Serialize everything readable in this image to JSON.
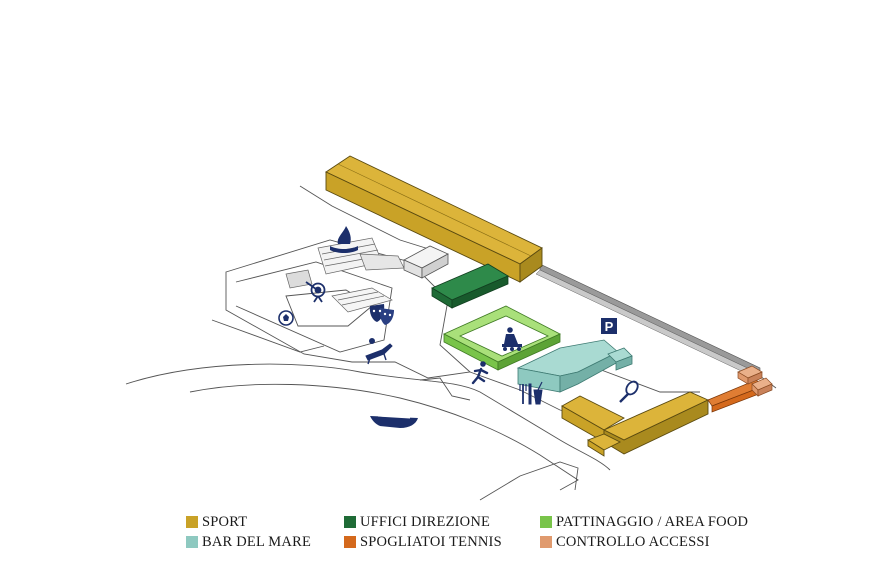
{
  "legend": [
    {
      "label": "SPORT",
      "color": "#c9a227"
    },
    {
      "label": "UFFICI DIREZIONE",
      "color": "#1f6b36"
    },
    {
      "label": "PATTINAGGIO / AREA FOOD",
      "color": "#79c44a"
    },
    {
      "label": "BAR DEL MARE",
      "color": "#8ec9c0"
    },
    {
      "label": "SPOGLIATOI TENNIS",
      "color": "#d4691c"
    },
    {
      "label": "CONTROLLO ACCESSI",
      "color": "#e09a6e"
    }
  ],
  "parking_label": "P",
  "icons": [
    "diver-icon",
    "archery-icon",
    "soccer-ball-icon",
    "theater-masks-icon",
    "sunbed-icon",
    "skating-icon",
    "runner-icon",
    "food-drink-icon",
    "tennis-icon",
    "boat-icon",
    "parking-icon"
  ]
}
